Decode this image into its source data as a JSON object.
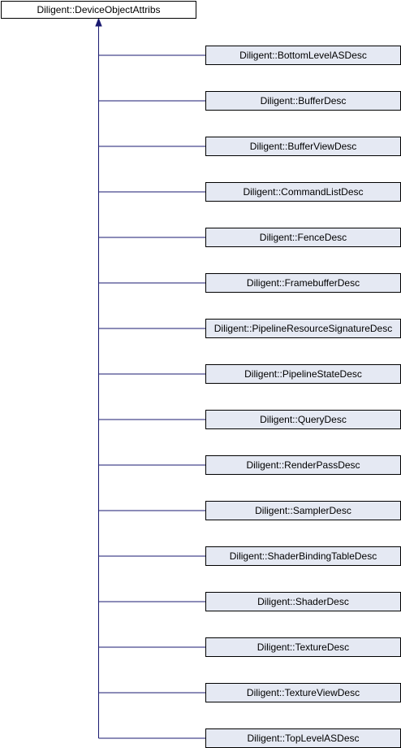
{
  "base_class": {
    "name": "Diligent::DeviceObjectAttribs"
  },
  "derived_classes": [
    "Diligent::BottomLevelASDesc",
    "Diligent::BufferDesc",
    "Diligent::BufferViewDesc",
    "Diligent::CommandListDesc",
    "Diligent::FenceDesc",
    "Diligent::FramebufferDesc",
    "Diligent::PipelineResourceSignatureDesc",
    "Diligent::PipelineStateDesc",
    "Diligent::QueryDesc",
    "Diligent::RenderPassDesc",
    "Diligent::SamplerDesc",
    "Diligent::ShaderBindingTableDesc",
    "Diligent::ShaderDesc",
    "Diligent::TextureDesc",
    "Diligent::TextureViewDesc",
    "Diligent::TopLevelASDesc"
  ],
  "colors": {
    "edge": "#191970",
    "derived_fill": "#e5e9f3",
    "base_fill": "#ffffff",
    "border": "#000000"
  }
}
